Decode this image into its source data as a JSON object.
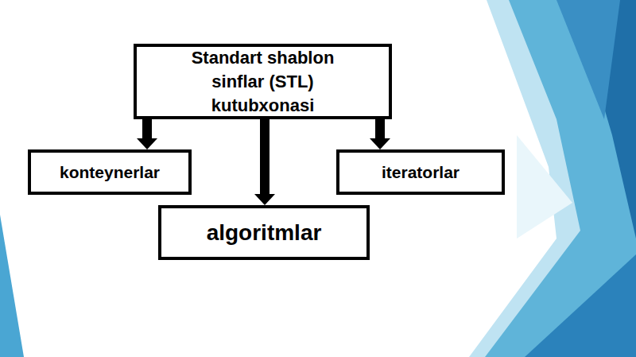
{
  "diagram": {
    "nodes": [
      {
        "text": [
          "Standart shablon sinflar (STL) kutubxonasi"
        ]
      },
      {
        "text": [
          "konteynerlar"
        ]
      },
      {
        "text": [
          "iteratorlar"
        ]
      },
      {
        "text": [
          "algoritmlar"
        ]
      }
    ],
    "edges": [
      {
        "from": 0,
        "to": 1,
        "arrow": "to"
      },
      {
        "from": 0,
        "to": 3,
        "arrow": "to"
      },
      {
        "from": 0,
        "to": 2,
        "arrow": "to"
      }
    ]
  }
}
